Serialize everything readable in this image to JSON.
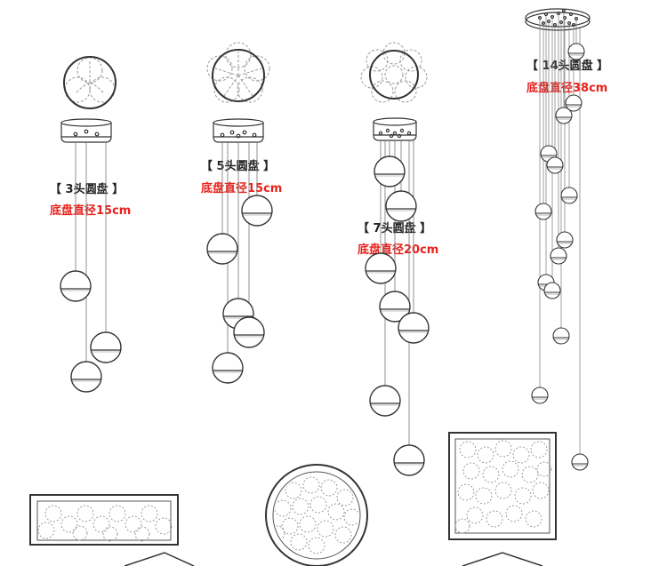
{
  "colors": {
    "line": "#333333",
    "dashed": "#9a9a9a",
    "label_black": "#222222",
    "label_red": "#e8211c",
    "background": "#ffffff"
  },
  "variants": [
    {
      "id": "3-head",
      "title": "【 3头圆盘 】",
      "dimension": "底盘直径15cm"
    },
    {
      "id": "5-head",
      "title": "【 5头圆盘 】",
      "dimension": "底盘直径15cm"
    },
    {
      "id": "7-head",
      "title": "【 7头圆盘 】",
      "dimension": "底盘直径20cm"
    },
    {
      "id": "14-head",
      "title": "【 14头圆盘 】",
      "dimension": "底盘直径38cm"
    }
  ]
}
